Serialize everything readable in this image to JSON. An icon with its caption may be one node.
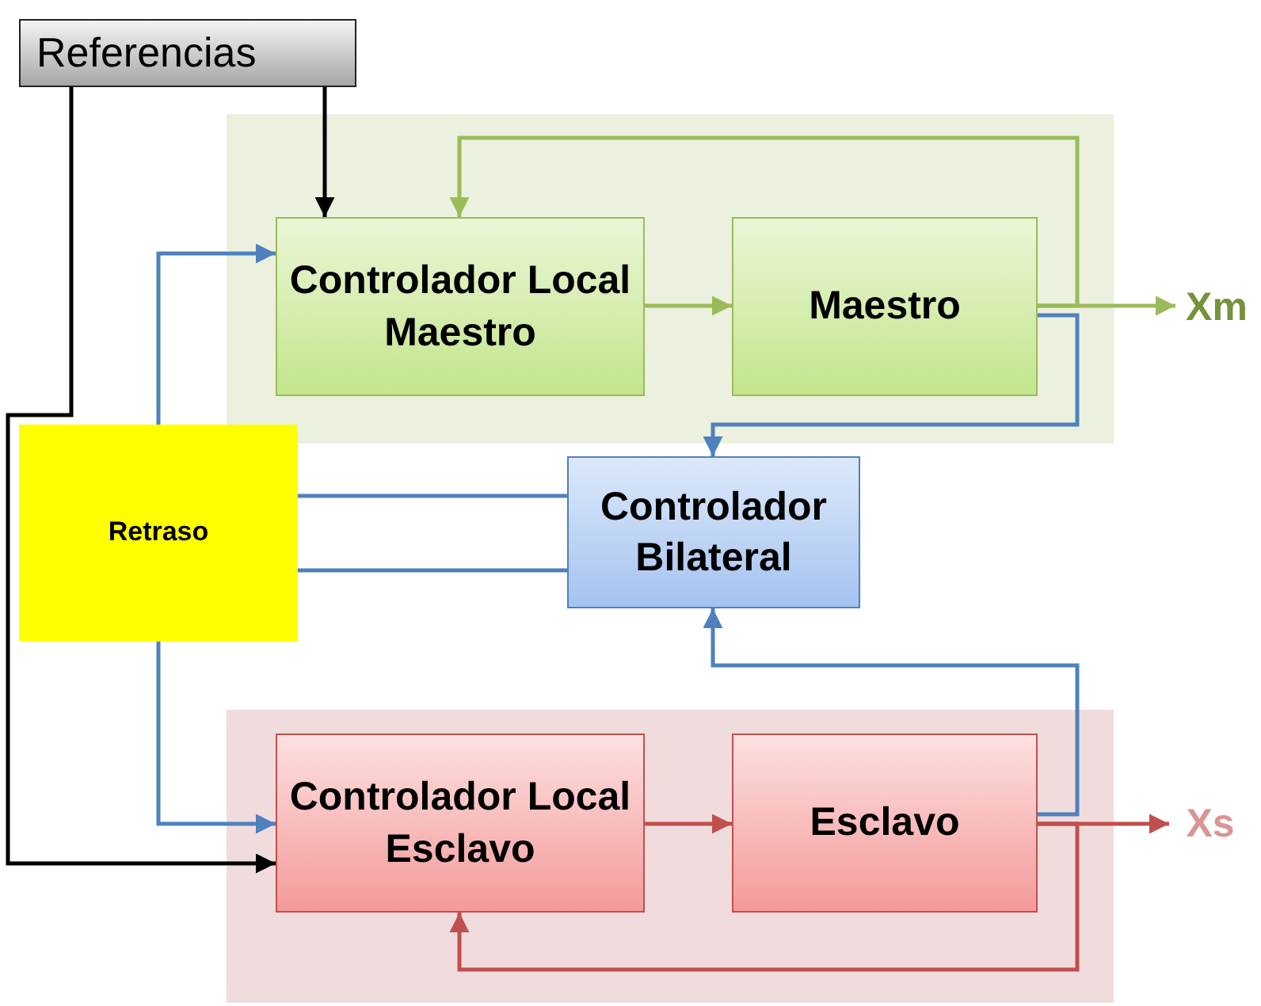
{
  "diagram": {
    "nodes": [
      {
        "text": [
          "Referencias"
        ]
      },
      {
        "text": [],
        "shape": "box"
      },
      {
        "text": [
          "Controlador Local Maestro"
        ],
        "in": 1
      },
      {
        "text": [
          "Maestro"
        ],
        "in": 1
      },
      {
        "text": [
          "Xm"
        ]
      },
      {
        "text": [
          "Retraso"
        ]
      },
      {
        "text": [
          "Controlador Bilateral"
        ]
      },
      {
        "text": [],
        "shape": "box"
      },
      {
        "text": [
          "Controlador Local Esclavo"
        ],
        "in": 7
      },
      {
        "text": [
          "Esclavo"
        ],
        "in": 7
      },
      {
        "text": [
          "Xs"
        ]
      }
    ],
    "edges": [
      {
        "from": 0,
        "to": 2,
        "arrow": "to",
        "color": "#000000"
      },
      {
        "from": 0,
        "to": 8,
        "arrow": "to",
        "color": "#000000"
      },
      {
        "from": 2,
        "to": 3,
        "arrow": "to",
        "color": "#9bbb59"
      },
      {
        "from": 3,
        "to": 4,
        "arrow": "to",
        "color": "#9bbb59"
      },
      {
        "from": 3,
        "to": 2,
        "arrow": "to",
        "color": "#9bbb59"
      },
      {
        "from": 3,
        "to": 6,
        "arrow": "to",
        "color": "#4f81bd"
      },
      {
        "from": 6,
        "to": 5,
        "arrow": "none",
        "color": "#4f81bd"
      },
      {
        "from": 5,
        "to": 2,
        "arrow": "to",
        "color": "#4f81bd"
      },
      {
        "from": 6,
        "to": 5,
        "arrow": "none",
        "color": "#4f81bd"
      },
      {
        "from": 5,
        "to": 8,
        "arrow": "to",
        "color": "#4f81bd"
      },
      {
        "from": 8,
        "to": 9,
        "arrow": "to",
        "color": "#c0504d"
      },
      {
        "from": 9,
        "to": 10,
        "arrow": "to",
        "color": "#c0504d"
      },
      {
        "from": 9,
        "to": 8,
        "arrow": "to",
        "color": "#c0504d"
      },
      {
        "from": 9,
        "to": 6,
        "arrow": "to",
        "color": "#4f81bd"
      }
    ]
  }
}
